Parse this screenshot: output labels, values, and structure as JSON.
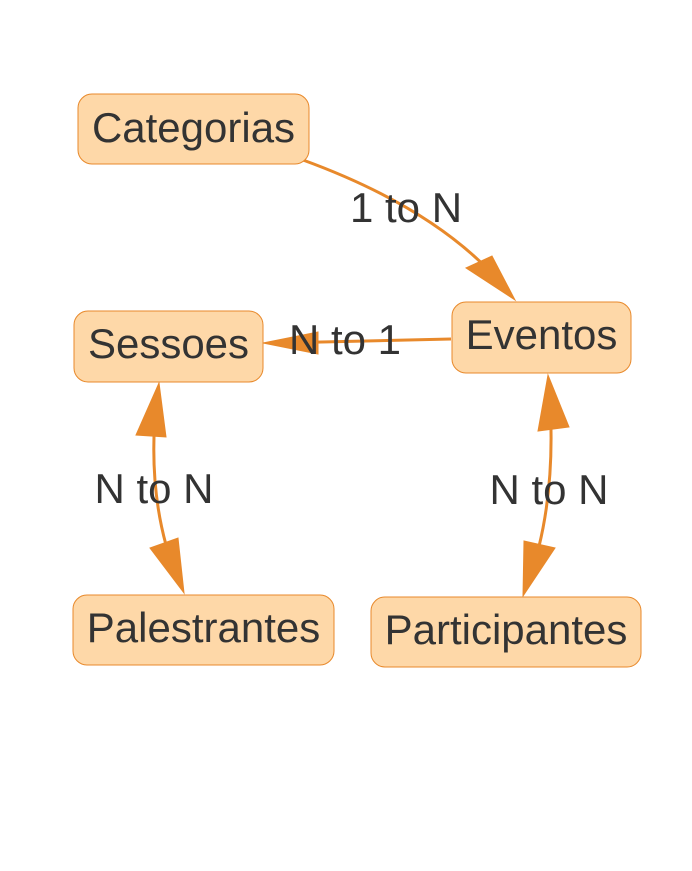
{
  "diagram": {
    "colors": {
      "node_fill": "#fed8a8",
      "node_border": "#e8892b",
      "edge": "#e8892b",
      "text": "#333333"
    },
    "nodes": {
      "categorias": "Categorias",
      "eventos": "Eventos",
      "sessoes": "Sessoes",
      "palestrantes": "Palestrantes",
      "participantes": "Participantes"
    },
    "edges": {
      "categorias_eventos": "1 to N",
      "eventos_sessoes": "N to 1",
      "sessoes_palestrantes": "N to N",
      "eventos_participantes": "N to N"
    }
  }
}
